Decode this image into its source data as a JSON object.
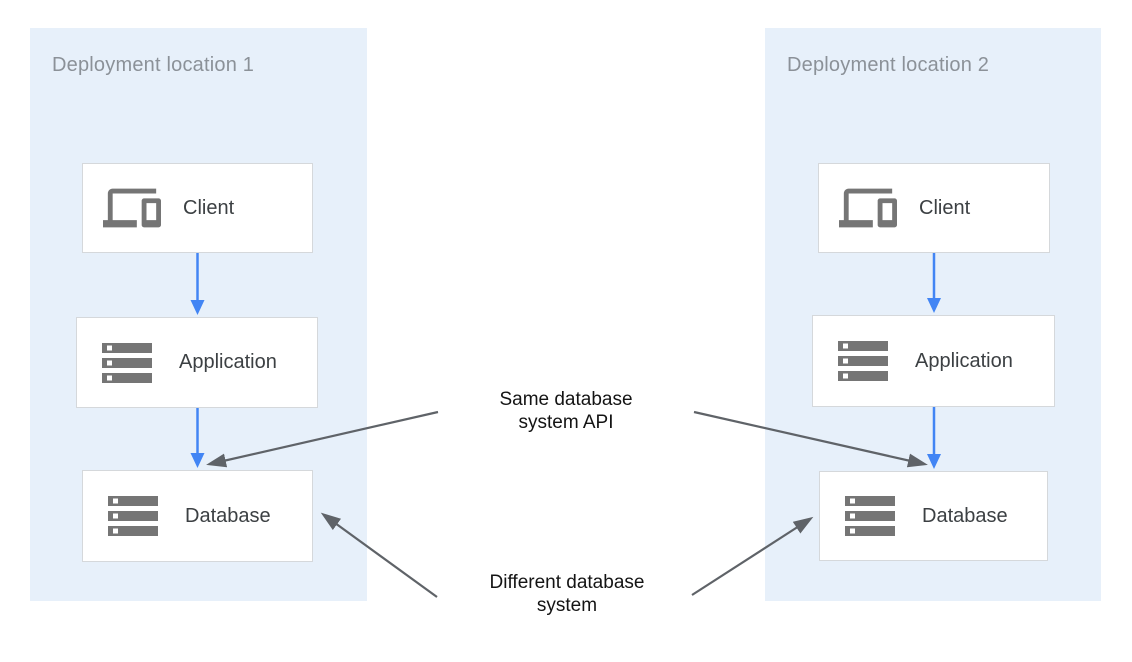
{
  "diagram": {
    "panels": [
      {
        "title": "Deployment location 1",
        "nodes": [
          {
            "label": "Client",
            "icon": "devices-icon"
          },
          {
            "label": "Application",
            "icon": "server-stack-icon"
          },
          {
            "label": "Database",
            "icon": "server-stack-icon"
          }
        ]
      },
      {
        "title": "Deployment location 2",
        "nodes": [
          {
            "label": "Client",
            "icon": "devices-icon"
          },
          {
            "label": "Application",
            "icon": "server-stack-icon"
          },
          {
            "label": "Database",
            "icon": "server-stack-icon"
          }
        ]
      }
    ],
    "annotations": [
      {
        "line1": "Same database",
        "line2": "system API"
      },
      {
        "line1": "Different database",
        "line2": "system"
      }
    ],
    "colors": {
      "panel_background": "#e7f0fa",
      "panel_title": "#8b9198",
      "node_background": "#ffffff",
      "node_border": "#d5d8db",
      "node_label": "#3c4043",
      "icon_gray": "#757575",
      "flow_arrow": "#4285f4",
      "annotation_arrow": "#5f6368",
      "annotation_text": "#141414"
    }
  }
}
